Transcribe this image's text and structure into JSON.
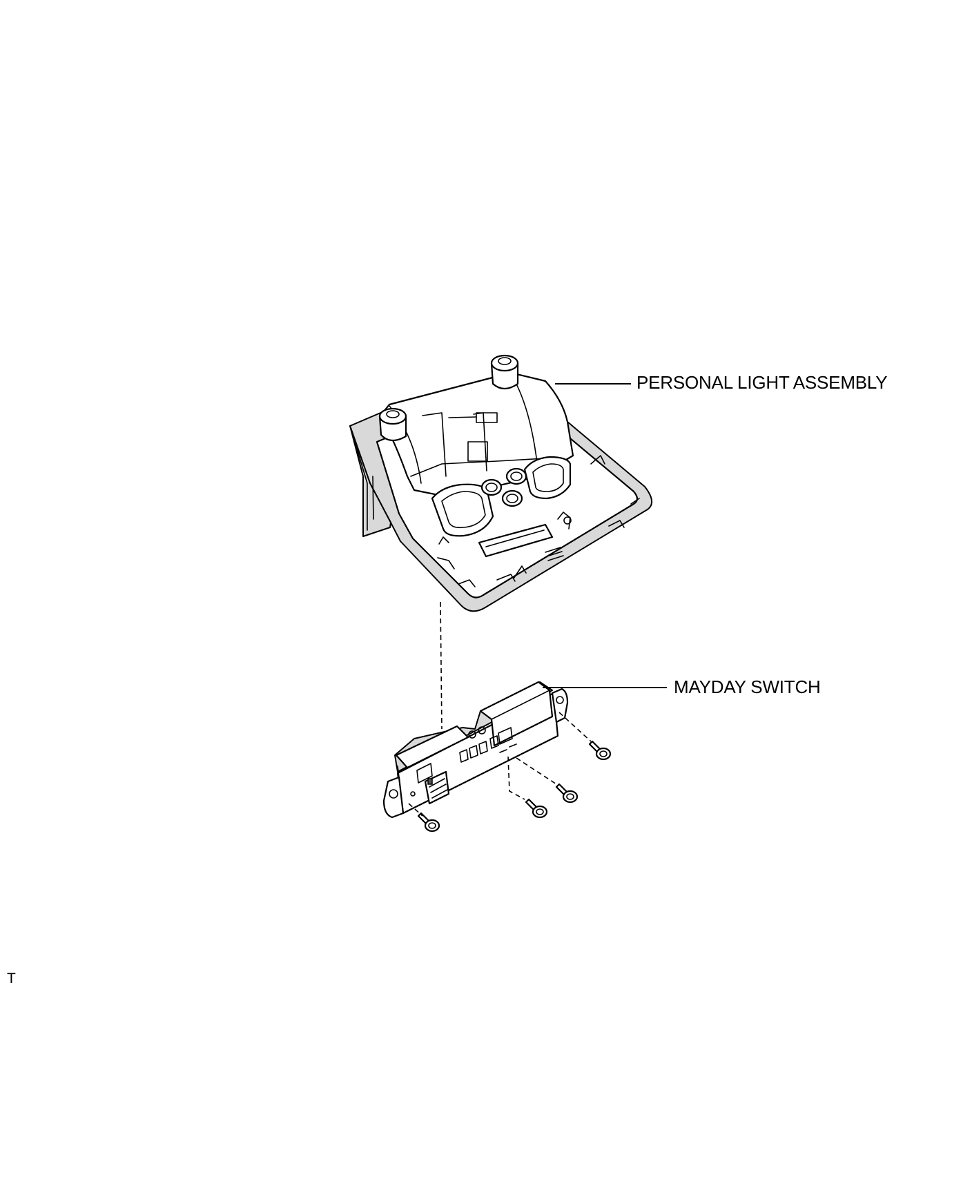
{
  "labels": {
    "personal_light_assembly": "PERSONAL LIGHT ASSEMBLY",
    "mayday_switch": "MAYDAY SWITCH"
  },
  "corner_mark": "T"
}
